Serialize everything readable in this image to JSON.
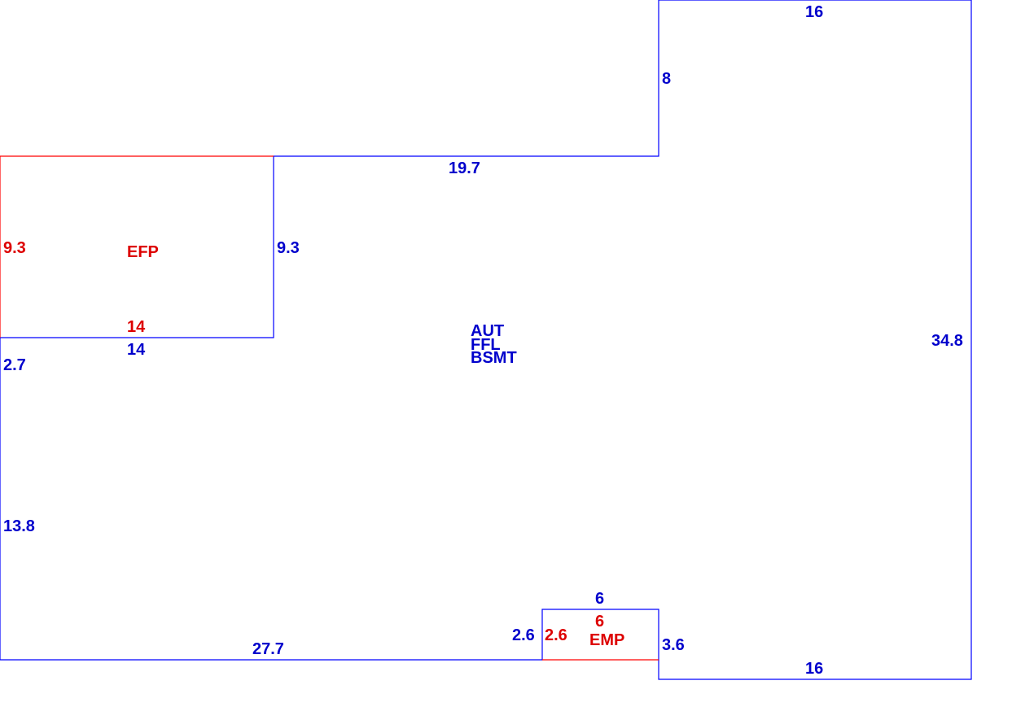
{
  "colors": {
    "main_area": "#0000cc",
    "sub_area": "#dd0000"
  },
  "main_area": {
    "codes": [
      "AUT",
      "FFL",
      "BSMT"
    ],
    "dimensions": {
      "top_right": "16",
      "right_upper_left_side": "8",
      "top_middle": "19.7",
      "efp_right": "9.3",
      "efp_bottom": "14",
      "left_upper": "2.7",
      "left_lower": "13.8",
      "right": "34.8",
      "bottom_left": "27.7",
      "emp_left": "2.6",
      "emp_top": "6",
      "emp_right": "3.6",
      "bottom_right": "16"
    }
  },
  "efp": {
    "code": "EFP",
    "dimensions": {
      "left": "9.3",
      "bottom": "14"
    }
  },
  "emp": {
    "code": "EMP",
    "dimensions": {
      "left": "2.6",
      "top": "6"
    }
  }
}
